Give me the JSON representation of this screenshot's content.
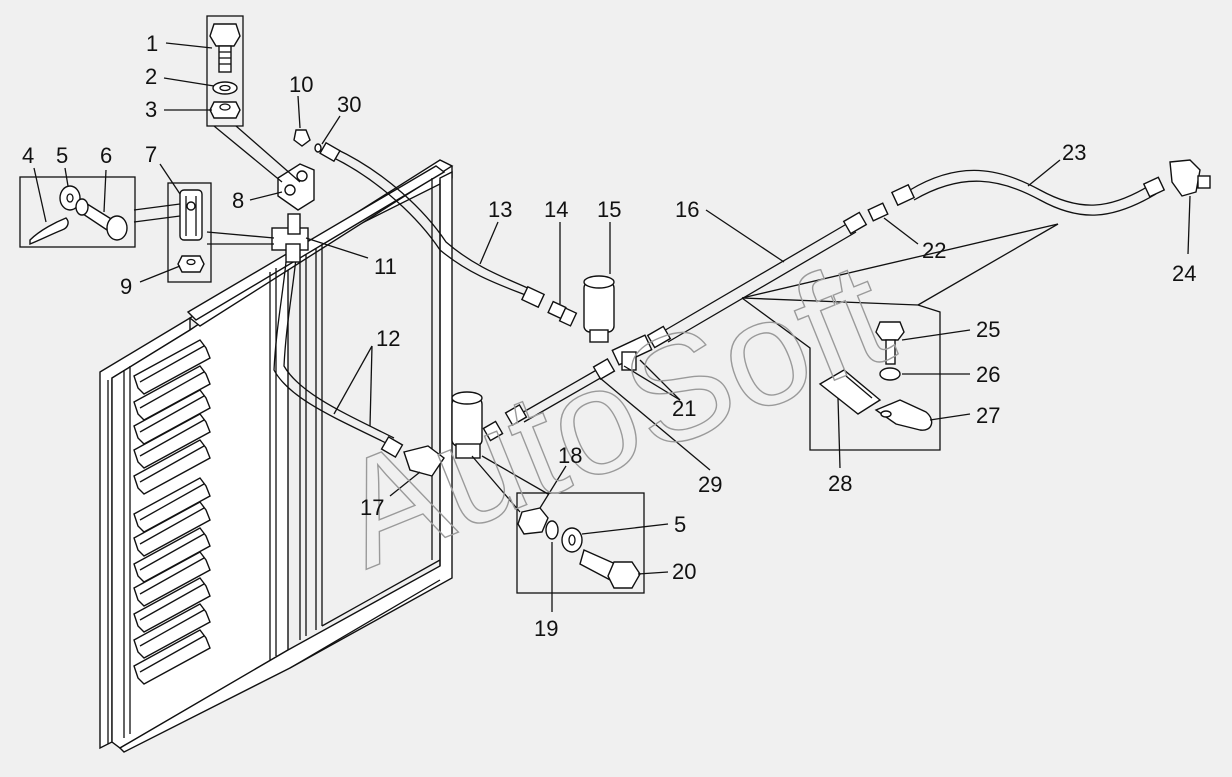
{
  "watermark": "AutoSoft",
  "callouts": [
    {
      "id": "c1",
      "text": "1"
    },
    {
      "id": "c2",
      "text": "2"
    },
    {
      "id": "c3",
      "text": "3"
    },
    {
      "id": "c4",
      "text": "4"
    },
    {
      "id": "c5a",
      "text": "5"
    },
    {
      "id": "c6",
      "text": "6"
    },
    {
      "id": "c7",
      "text": "7"
    },
    {
      "id": "c8",
      "text": "8"
    },
    {
      "id": "c9",
      "text": "9"
    },
    {
      "id": "c10",
      "text": "10"
    },
    {
      "id": "c30",
      "text": "30"
    },
    {
      "id": "c11",
      "text": "11"
    },
    {
      "id": "c12",
      "text": "12"
    },
    {
      "id": "c13",
      "text": "13"
    },
    {
      "id": "c14",
      "text": "14"
    },
    {
      "id": "c15",
      "text": "15"
    },
    {
      "id": "c16",
      "text": "16"
    },
    {
      "id": "c17",
      "text": "17"
    },
    {
      "id": "c18",
      "text": "18"
    },
    {
      "id": "c5b",
      "text": "5"
    },
    {
      "id": "c19",
      "text": "19"
    },
    {
      "id": "c20",
      "text": "20"
    },
    {
      "id": "c21",
      "text": "21"
    },
    {
      "id": "c22",
      "text": "22"
    },
    {
      "id": "c23",
      "text": "23"
    },
    {
      "id": "c24",
      "text": "24"
    },
    {
      "id": "c25",
      "text": "25"
    },
    {
      "id": "c26",
      "text": "26"
    },
    {
      "id": "c27",
      "text": "27"
    },
    {
      "id": "c28",
      "text": "28"
    },
    {
      "id": "c29",
      "text": "29"
    }
  ]
}
